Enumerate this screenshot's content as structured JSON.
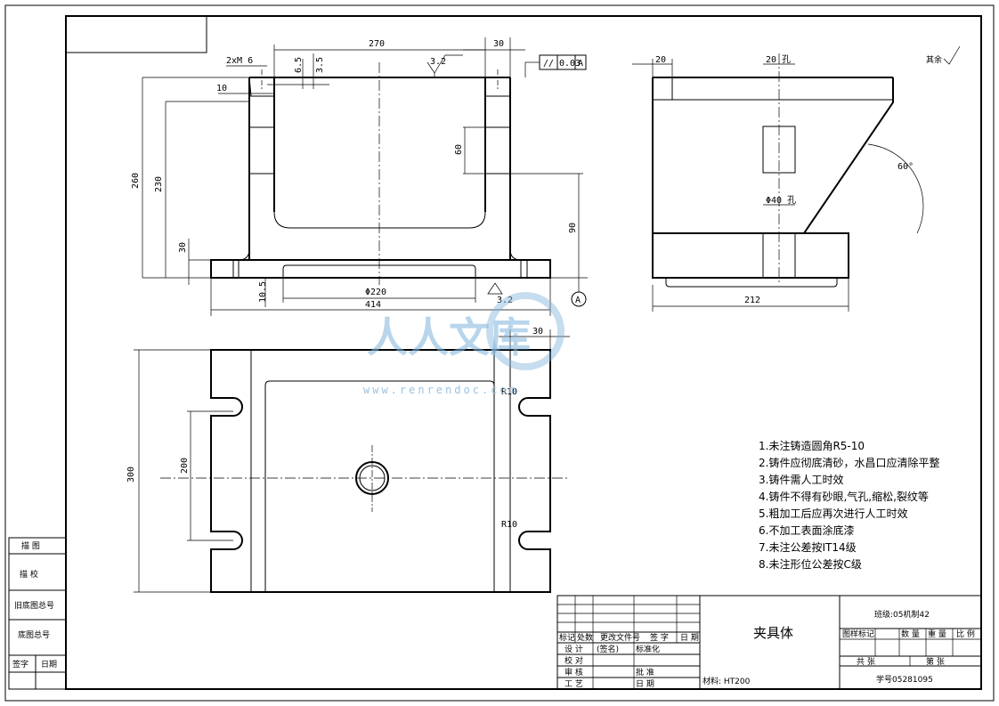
{
  "dimensions": {
    "d270": "270",
    "d30_top": "30",
    "d2m6": "2xM 6",
    "d6_5": "6.5",
    "d3_5": "3.5",
    "d10": "10",
    "d260": "260",
    "d230": "230",
    "d30_left": "30",
    "d60": "60",
    "d90": "90",
    "d10_5": "10.5",
    "d220": "Φ220",
    "d414": "414",
    "d20": "20",
    "d212": "212",
    "d60deg": "60°",
    "d30_plan": "30",
    "d300": "300",
    "d200": "200",
    "r10a": "R10",
    "r10b": "R10",
    "hole_top": "20 孔",
    "hole_mid": "Φ40 孔",
    "rough_top": "3.2",
    "rough_bottom": "3.2",
    "datum": "A"
  },
  "tolerance_frame": {
    "symbol": "//",
    "value": "0.03",
    "datum": "A"
  },
  "surface_finish_other": "其余",
  "notes": [
    "1.未注铸造圆角R5-10",
    "2.铸件应彻底清砂，水昌口应清除平整",
    "3.铸件需人工时效",
    "4.铸件不得有砂眼,气孔,缩松,裂纹等",
    "5.粗加工后应再次进行人工时效",
    "6.不加工表面涂底漆",
    "7.未注公差按IT14级",
    "8.未注形位公差按C级"
  ],
  "side_table": {
    "r1": "描 图",
    "r2": "描 校",
    "r3": "旧底图总号",
    "r4": "底图总号",
    "r5a": "签字",
    "r5b": "日期"
  },
  "title_block": {
    "part_name": "夹具体",
    "class": "班级:05机制42",
    "student_id": "学号05281095",
    "material": "材料: HT200",
    "headers": [
      "标记",
      "处数",
      "更改文件号",
      "签 字",
      "日 期"
    ],
    "roles": [
      "设 计",
      "校 对",
      "审 核",
      "工 艺"
    ],
    "role_extra": [
      "(签名)",
      "标准化"
    ],
    "approve": [
      "批 准"
    ],
    "date": "日 期",
    "stage_headers": [
      "图样标记",
      "数 量",
      "重 量",
      "比 例"
    ],
    "sheet": [
      "共   张",
      "第   张"
    ]
  },
  "watermark": {
    "text": "人人文库",
    "url": "www.renrendoc.com"
  }
}
